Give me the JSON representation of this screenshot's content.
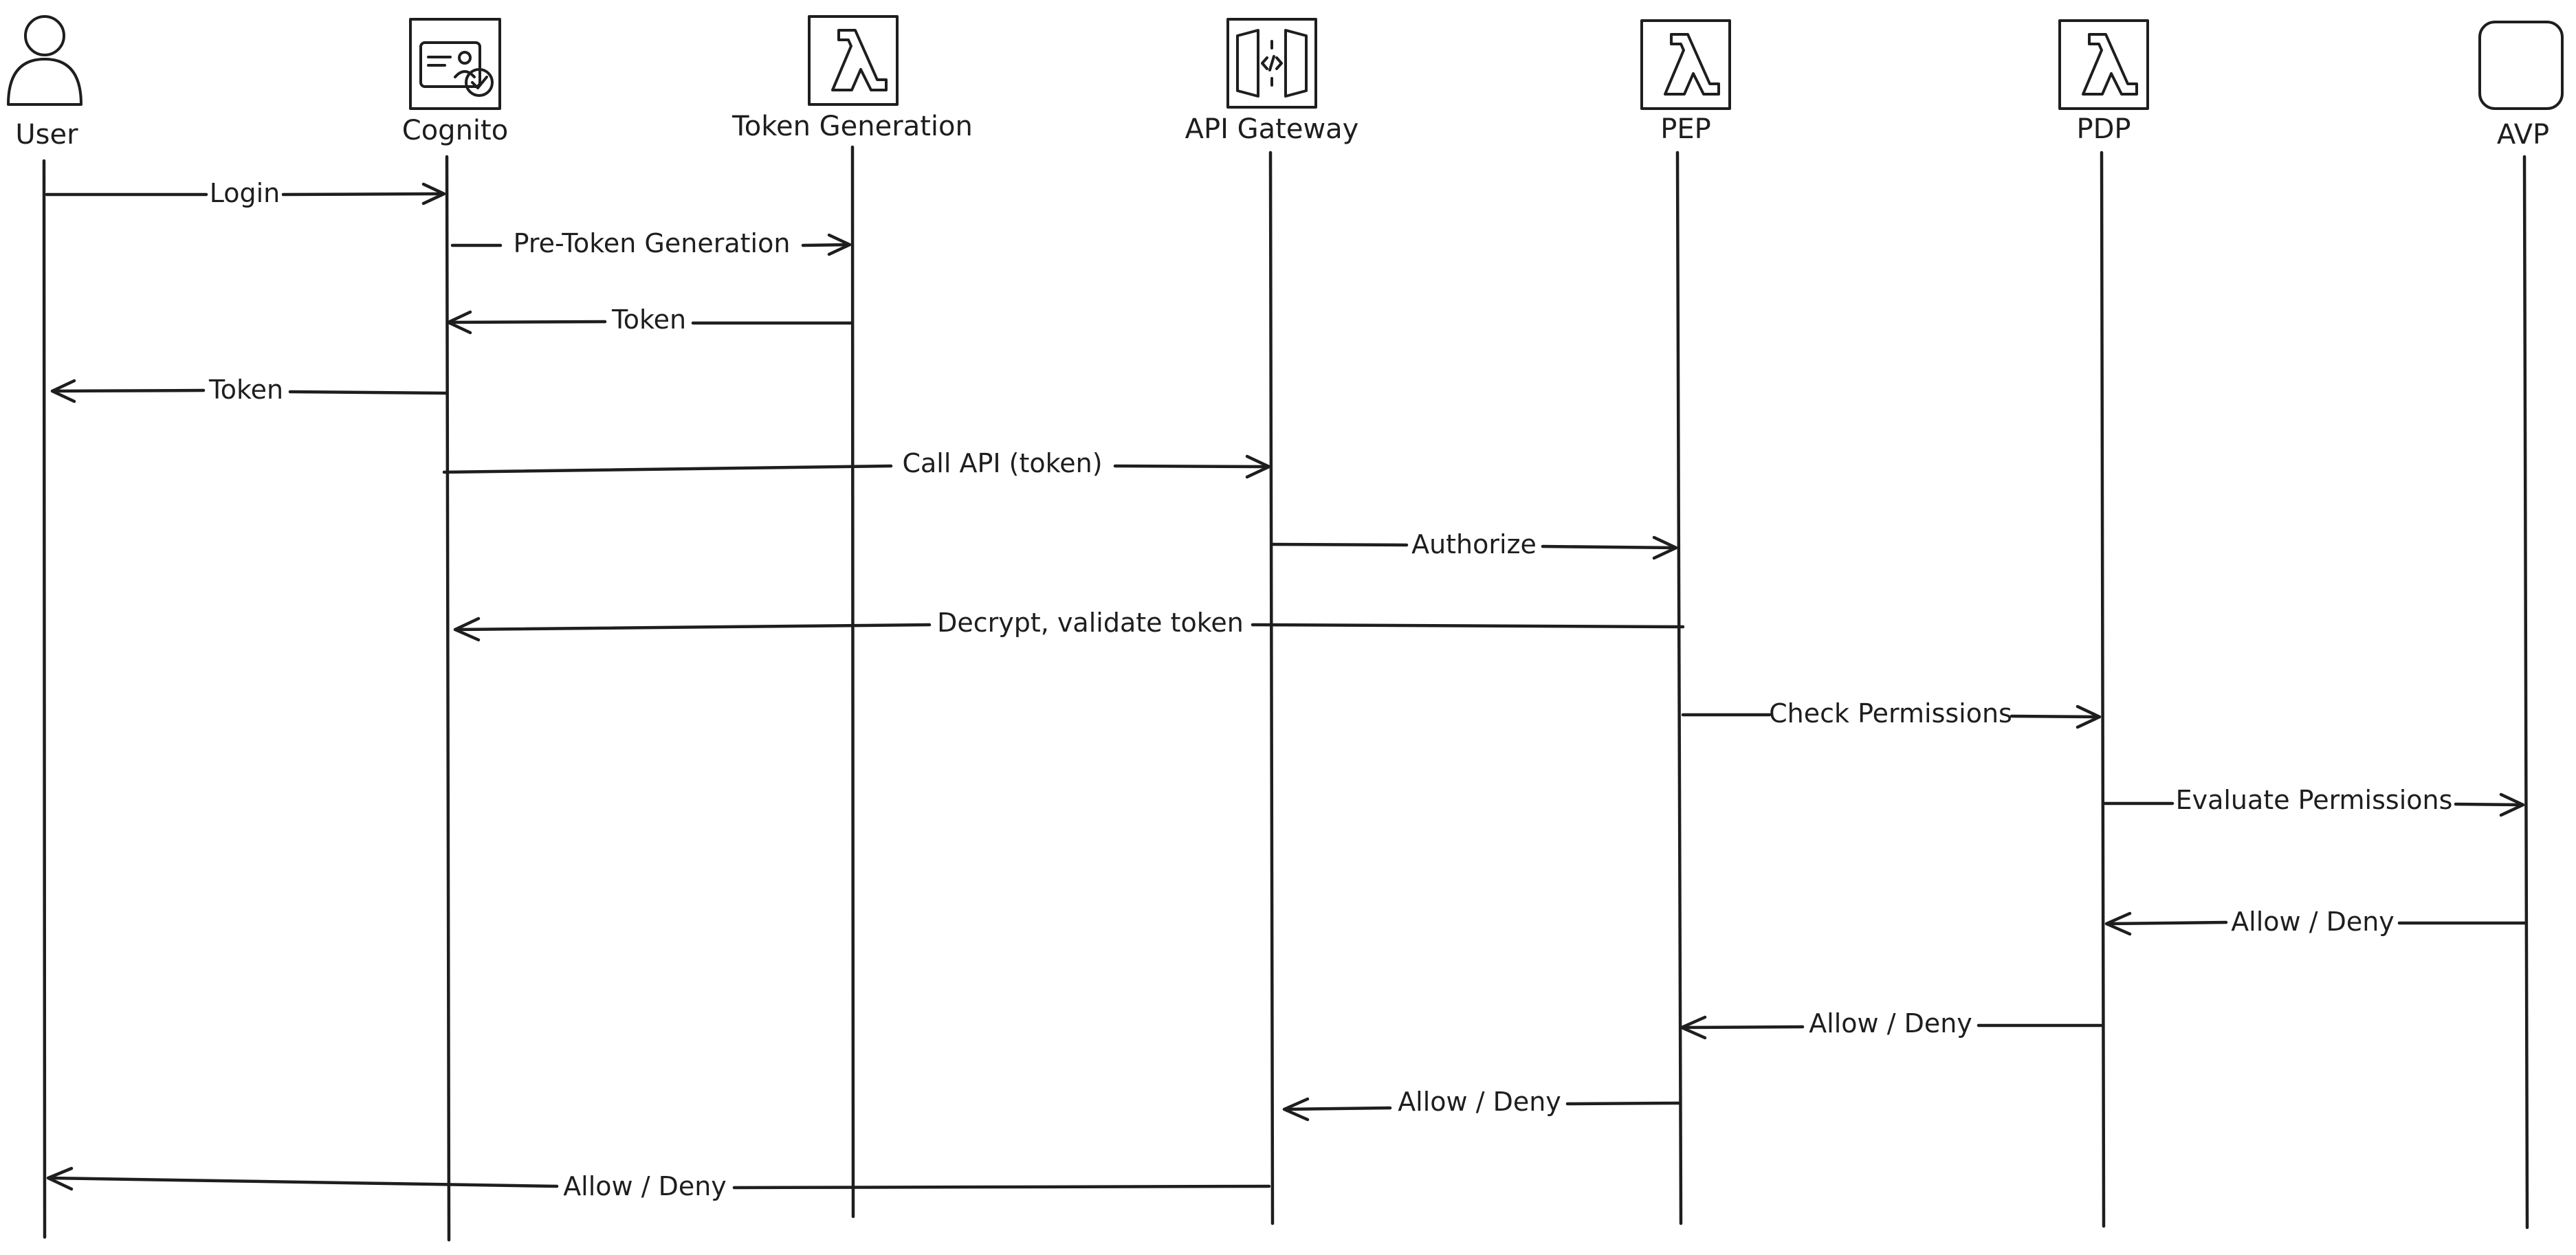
{
  "actors": [
    {
      "id": "user",
      "label": "User",
      "icon": "user-icon",
      "color": "#a5b4fc"
    },
    {
      "id": "cognito",
      "label": "Cognito",
      "icon": "cognito-identity-card-icon",
      "color": "#e8485d"
    },
    {
      "id": "token-generation",
      "label": "Token Generation",
      "icon": "lambda-icon",
      "color": "#f08c3c"
    },
    {
      "id": "api-gateway",
      "label": "API Gateway",
      "icon": "api-gateway-icon",
      "color": "#d6408f"
    },
    {
      "id": "pep",
      "label": "PEP",
      "icon": "lambda-icon",
      "color": "#f08c3c"
    },
    {
      "id": "pdp",
      "label": "PDP",
      "icon": "lambda-icon",
      "color": "#f08c3c"
    },
    {
      "id": "avp",
      "label": "AVP",
      "icon": "avp-rounded-square-icon",
      "color": "#40c057"
    }
  ],
  "messages": [
    {
      "from": "user",
      "to": "cognito",
      "label": "Login"
    },
    {
      "from": "cognito",
      "to": "token-generation",
      "label": "Pre-Token Generation"
    },
    {
      "from": "token-generation",
      "to": "cognito",
      "label": "Token"
    },
    {
      "from": "cognito",
      "to": "user",
      "label": "Token"
    },
    {
      "from": "cognito",
      "to": "api-gateway",
      "label": "Call API (token)"
    },
    {
      "from": "api-gateway",
      "to": "pep",
      "label": "Authorize"
    },
    {
      "from": "pep",
      "to": "cognito",
      "label": "Decrypt, validate token"
    },
    {
      "from": "pep",
      "to": "pdp",
      "label": "Check Permissions"
    },
    {
      "from": "pdp",
      "to": "avp",
      "label": "Evaluate Permissions"
    },
    {
      "from": "avp",
      "to": "pdp",
      "label": "Allow / Deny"
    },
    {
      "from": "pdp",
      "to": "pep",
      "label": "Allow / Deny"
    },
    {
      "from": "pep",
      "to": "api-gateway",
      "label": "Allow / Deny"
    },
    {
      "from": "api-gateway",
      "to": "user",
      "label": "Allow / Deny"
    }
  ]
}
